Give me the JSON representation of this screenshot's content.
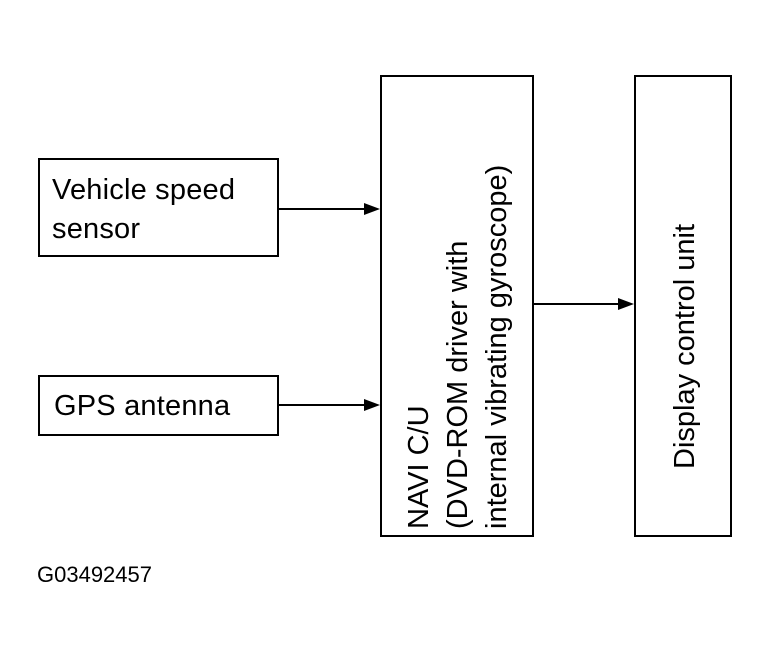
{
  "blocks": {
    "speed_sensor": {
      "lines": [
        "Vehicle speed",
        "sensor"
      ]
    },
    "gps_antenna": {
      "label": "GPS antenna"
    },
    "navi_cu": {
      "lines": [
        "NAVI C/U",
        "(DVD-ROM driver with",
        "internal vibrating gyroscope)"
      ]
    },
    "display_control": {
      "label": "Display control unit"
    }
  },
  "connections": [
    {
      "from": "Vehicle speed sensor",
      "to": "NAVI C/U"
    },
    {
      "from": "GPS antenna",
      "to": "NAVI C/U"
    },
    {
      "from": "NAVI C/U",
      "to": "Display control unit"
    }
  ],
  "figure_id": "G03492457"
}
